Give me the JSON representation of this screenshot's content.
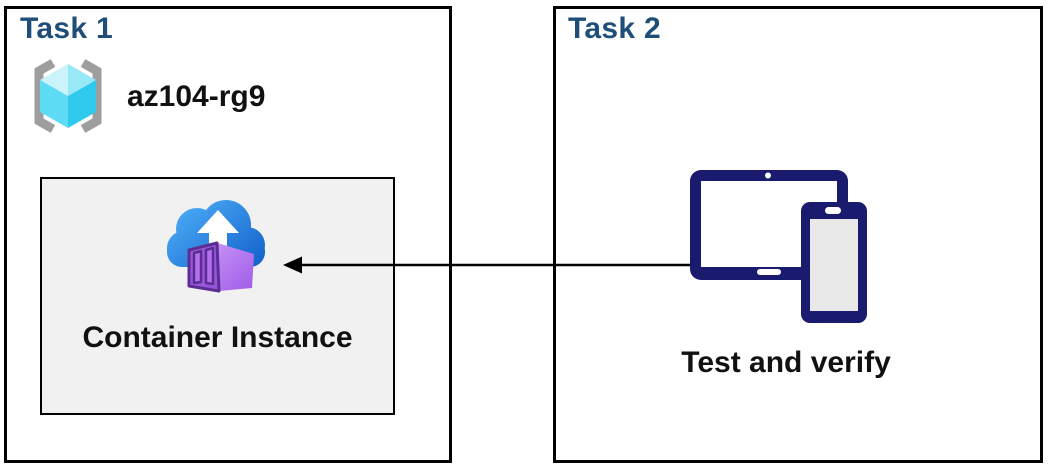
{
  "diagram": {
    "task1": {
      "title": "Task 1",
      "resource_group_name": "az104-rg9",
      "card_label": "Container Instance"
    },
    "task2": {
      "title": "Task 2",
      "label": "Test and verify"
    },
    "connector": {
      "direction": "right-to-left",
      "from": "devices-icon",
      "to": "container-instance-card"
    },
    "icons": {
      "resource_group": "brackets-with-cyan-cube",
      "container_instance": "blue-cloud-upload-with-purple-container",
      "devices": "tablet-and-phone",
      "arrow": "left-pointing-arrow"
    },
    "colors": {
      "title_blue": "#1f4e79",
      "text_black": "#111111",
      "box_border": "#000000",
      "card_bg": "#f1f1f2",
      "device_navy": "#1a1a6e",
      "device_screen_gray": "#e8e8e8",
      "cloud_blue_light": "#4aa9f4",
      "cloud_blue_dark": "#1565cd",
      "container_purple_front": "#9a55dd",
      "container_purple_light": "#c18cf5",
      "container_purple_outline": "#5b2f91",
      "cube_cyan_lightest": "#cbf3fc",
      "cube_cyan_light": "#99e8f8",
      "cube_cyan_mid": "#5edcf5",
      "cube_cyan_dark": "#2fc9ee",
      "bracket_gray": "#9e9e9e"
    }
  }
}
